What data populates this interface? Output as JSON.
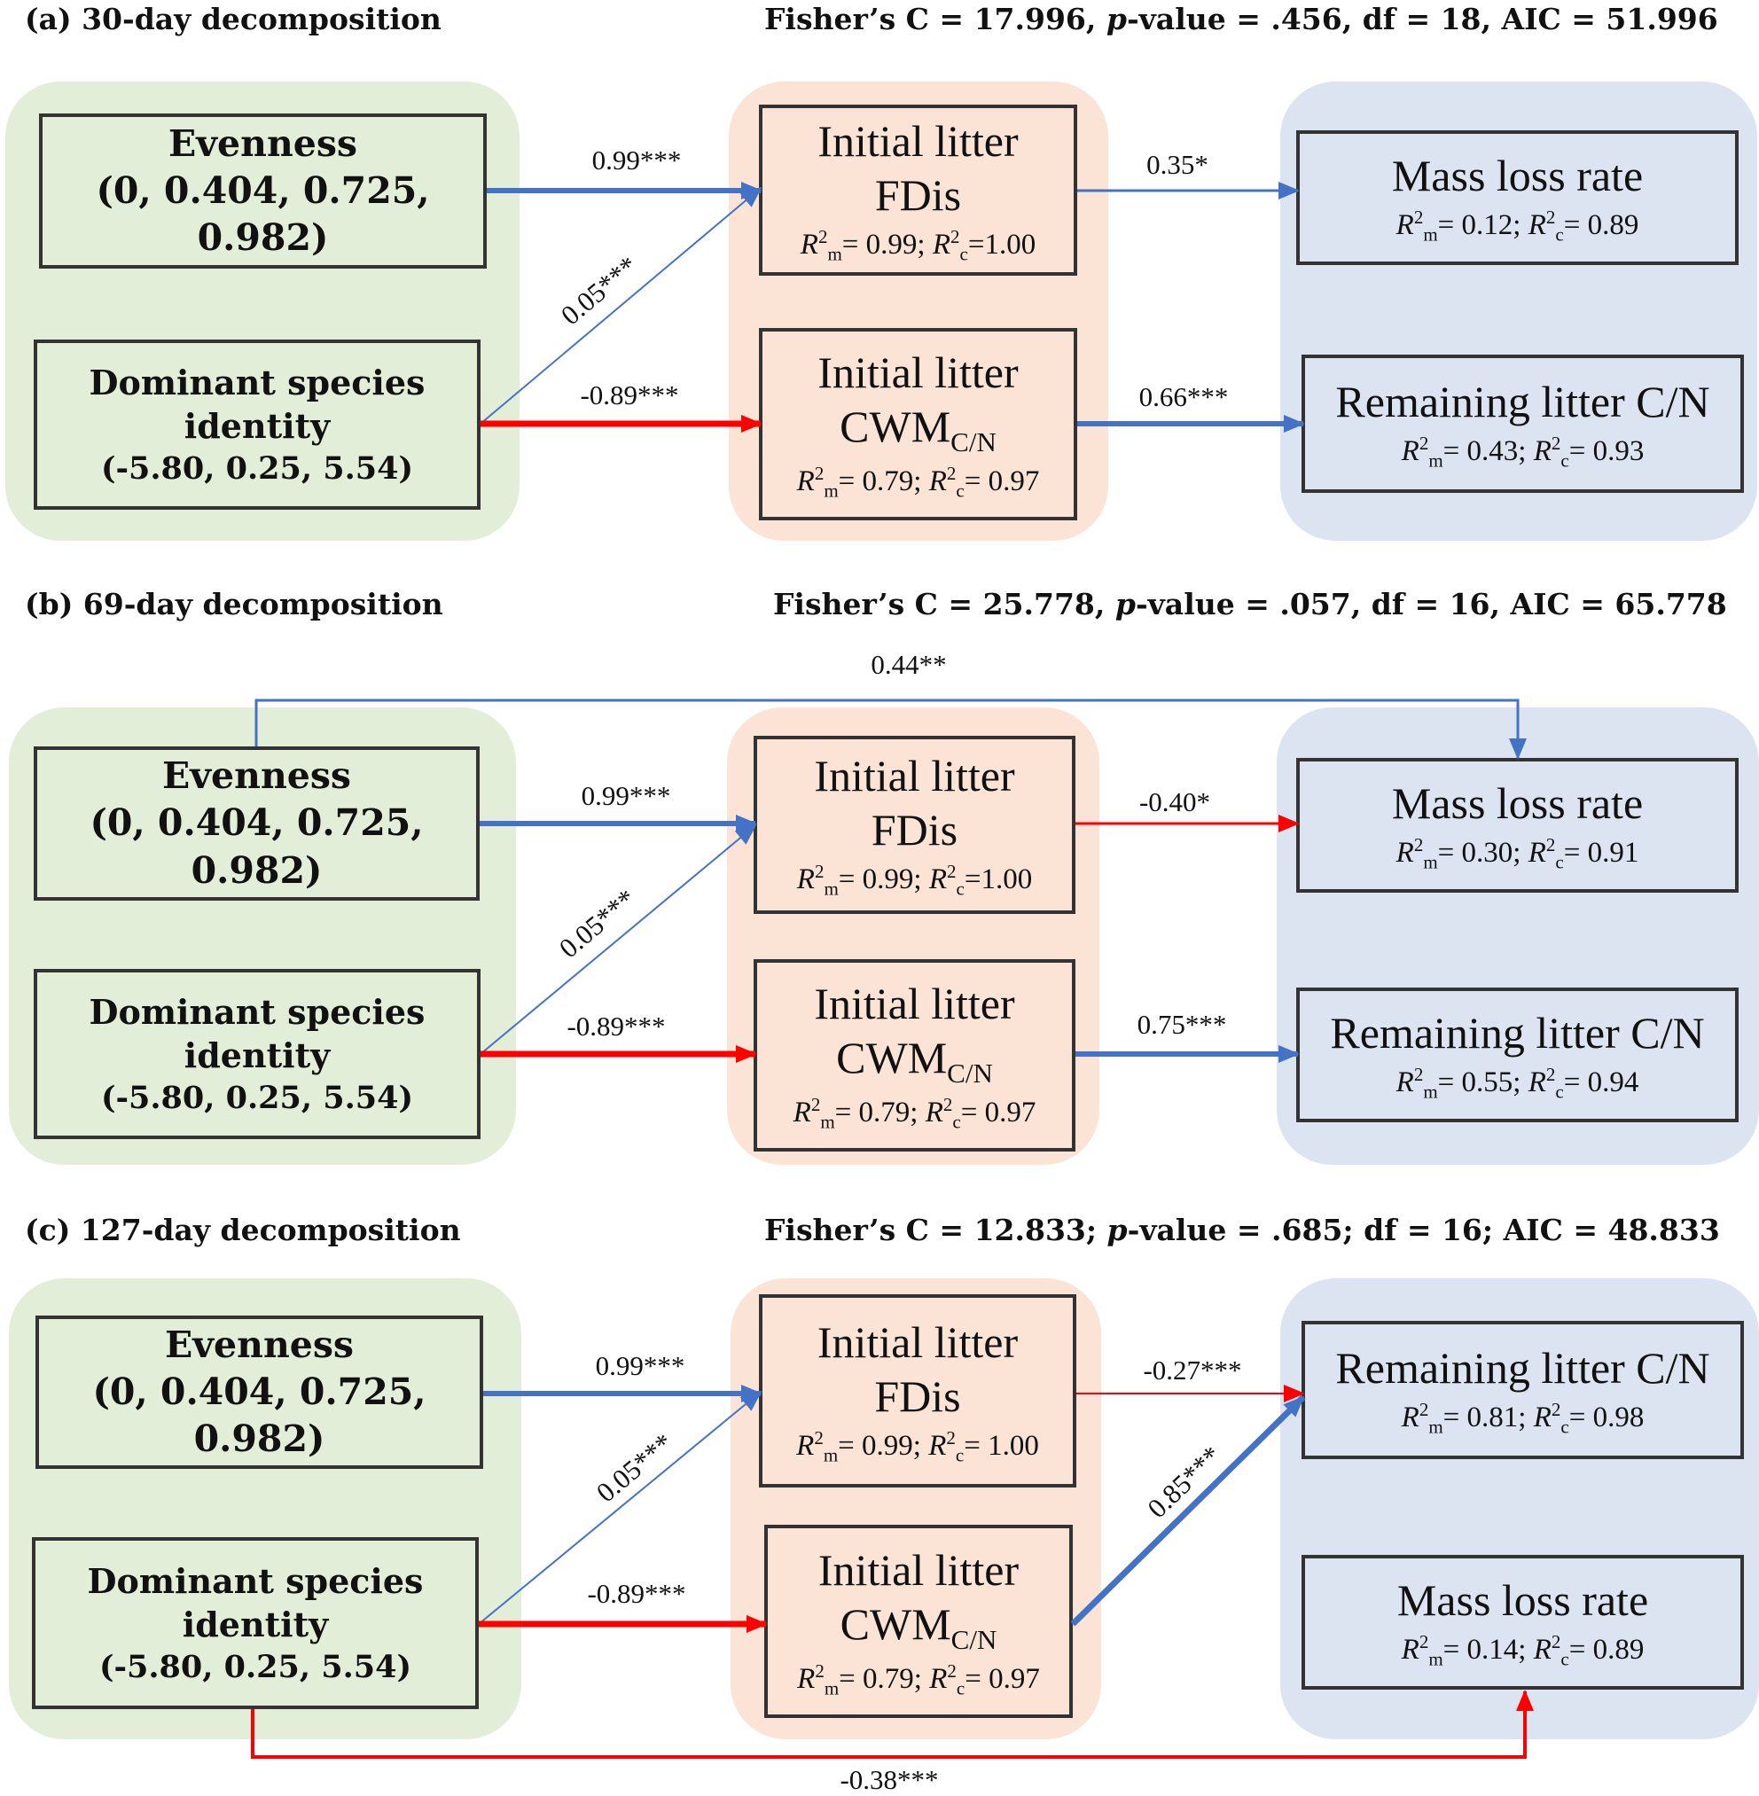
{
  "labels": {
    "evenness": "Evenness",
    "evenness_values": "(0, 0.404, 0.725, 0.982)",
    "dominant_line1": "Dominant species",
    "dominant_line2": "identity",
    "dominant_values": "(-5.80, 0.25, 5.54)",
    "initial_litter": "Initial litter",
    "fdis": "FDis",
    "cwm": "CWM",
    "cwm_sub": "C/N",
    "mass_loss": "Mass loss rate",
    "remaining_cn": "Remaining litter C/N",
    "r": "R",
    "sup2": "2",
    "sub_m": "m",
    "sub_c": "c",
    "eq": "= ",
    "eq_tight": "=",
    "semi": "; "
  },
  "colors": {
    "positive_path": "#4472c4",
    "negative_path": "#ff0000",
    "box_border": "#333333",
    "source_group": "#e3eed8",
    "trait_group": "#fbe3d6",
    "response_group": "#dce3f1"
  },
  "panels": {
    "a": {
      "title": "(a) 30-day decomposition",
      "fit_a": "Fisher’s C = 17.996, ",
      "fit_p": "p",
      "fit_b": "-value = .456, df = 18, AIC = 51.996",
      "fdis_rm": "0.99",
      "fdis_rc": "1.00",
      "cwm_rm": "0.79",
      "cwm_rc": "0.97",
      "mass_rm": "0.12",
      "mass_rc": "0.89",
      "rcn_rm": "0.43",
      "rcn_rc": "0.93",
      "paths": [
        {
          "from": "Evenness",
          "to": "Initial litter FDis",
          "coef": "0.99***",
          "sign": "positive"
        },
        {
          "from": "Dominant species identity",
          "to": "Initial litter FDis",
          "coef": "0.05***",
          "sign": "positive"
        },
        {
          "from": "Dominant species identity",
          "to": "Initial litter CWM C/N",
          "coef": "-0.89***",
          "sign": "negative"
        },
        {
          "from": "Initial litter FDis",
          "to": "Mass loss rate",
          "coef": "0.35*",
          "sign": "positive"
        },
        {
          "from": "Initial litter CWM C/N",
          "to": "Remaining litter C/N",
          "coef": "0.66***",
          "sign": "positive"
        }
      ]
    },
    "b": {
      "title": "(b) 69-day decomposition",
      "fit_a": "Fisher’s C = 25.778, ",
      "fit_p": "p",
      "fit_b": "-value = .057, df = 16, AIC = 65.778",
      "fdis_rm": "0.99",
      "fdis_rc": "1.00",
      "cwm_rm": "0.79",
      "cwm_rc": "0.97",
      "mass_rm": "0.30",
      "mass_rc": "0.91",
      "rcn_rm": "0.55",
      "rcn_rc": "0.94",
      "paths": [
        {
          "from": "Evenness",
          "to": "Mass loss rate",
          "coef": "0.44**",
          "sign": "positive"
        },
        {
          "from": "Evenness",
          "to": "Initial litter FDis",
          "coef": "0.99***",
          "sign": "positive"
        },
        {
          "from": "Dominant species identity",
          "to": "Initial litter FDis",
          "coef": "0.05***",
          "sign": "positive"
        },
        {
          "from": "Dominant species identity",
          "to": "Initial litter CWM C/N",
          "coef": "-0.89***",
          "sign": "negative"
        },
        {
          "from": "Initial litter FDis",
          "to": "Mass loss rate",
          "coef": "-0.40*",
          "sign": "negative"
        },
        {
          "from": "Initial litter CWM C/N",
          "to": "Remaining litter C/N",
          "coef": "0.75***",
          "sign": "positive"
        }
      ]
    },
    "c": {
      "title": "(c) 127-day decomposition",
      "fit_a": "Fisher’s C = 12.833; ",
      "fit_p": "p",
      "fit_b": "-value = .685; df = 16; AIC = 48.833",
      "fdis_rm": "0.99",
      "fdis_rc": "1.00",
      "cwm_rm": "0.79",
      "cwm_rc": "0.97",
      "rcn_rm": "0.81",
      "rcn_rc": "0.98",
      "mass_rm": "0.14",
      "mass_rc": "0.89",
      "paths": [
        {
          "from": "Evenness",
          "to": "Initial litter FDis",
          "coef": "0.99***",
          "sign": "positive"
        },
        {
          "from": "Dominant species identity",
          "to": "Initial litter FDis",
          "coef": "0.05***",
          "sign": "positive"
        },
        {
          "from": "Dominant species identity",
          "to": "Initial litter CWM C/N",
          "coef": "-0.89***",
          "sign": "negative"
        },
        {
          "from": "Initial litter FDis",
          "to": "Remaining litter C/N",
          "coef": "-0.27***",
          "sign": "negative"
        },
        {
          "from": "Initial litter CWM C/N",
          "to": "Remaining litter C/N",
          "coef": "0.85***",
          "sign": "positive"
        },
        {
          "from": "Dominant species identity",
          "to": "Mass loss rate",
          "coef": "-0.38***",
          "sign": "negative"
        }
      ]
    }
  }
}
